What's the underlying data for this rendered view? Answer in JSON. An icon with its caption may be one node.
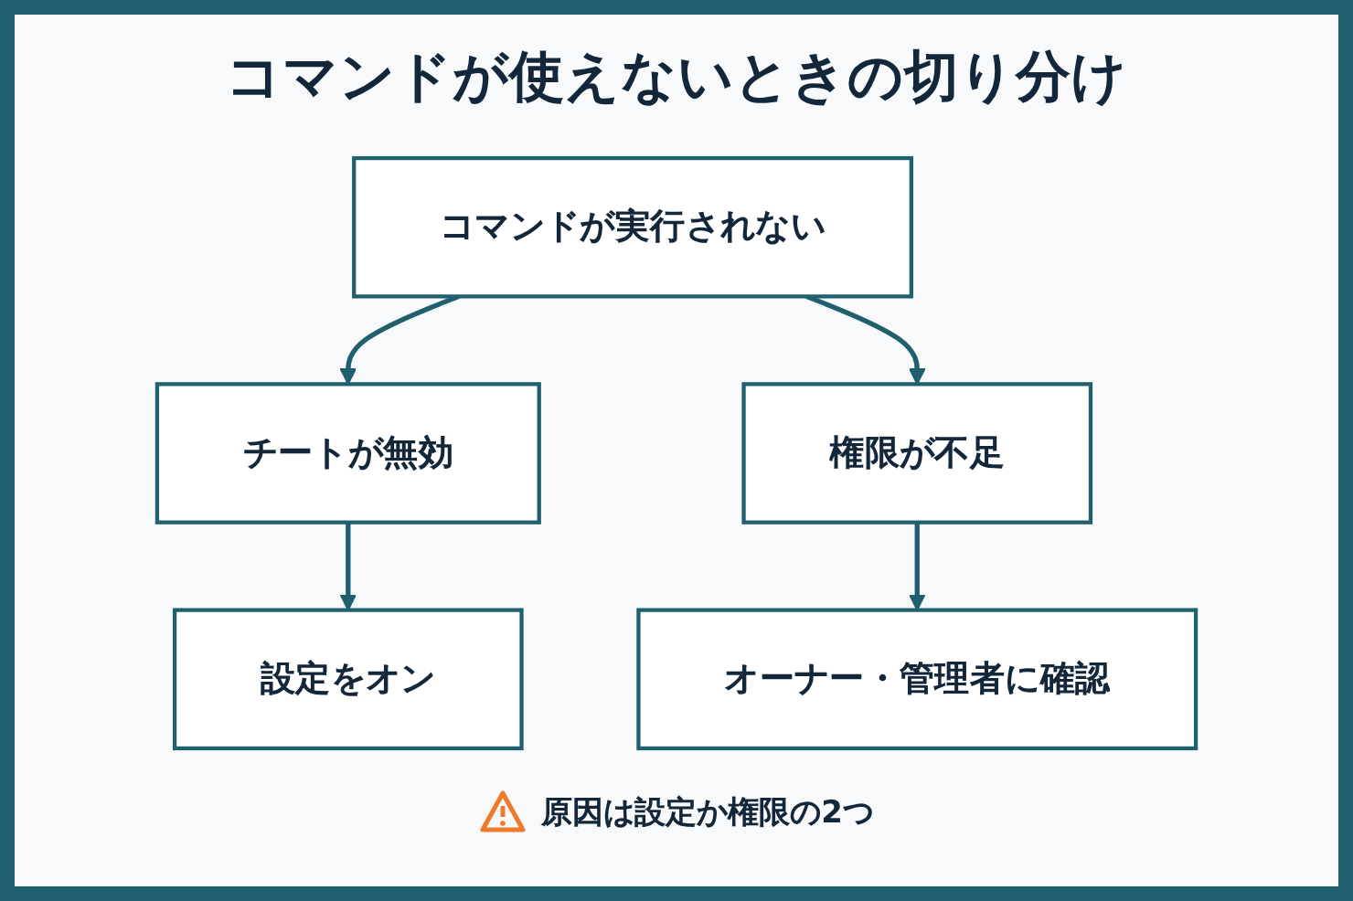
{
  "diagram": {
    "title": "コマンドが使えないときの切り分け",
    "nodes": [
      {
        "text": [
          "コマンドが実行されない"
        ]
      },
      {
        "text": [
          "チートが無効"
        ]
      },
      {
        "text": [
          "権限が不足"
        ]
      },
      {
        "text": [
          "設定をオン"
        ]
      },
      {
        "text": [
          "オーナー・管理者に確認"
        ]
      }
    ],
    "edges": [
      {
        "from": 0,
        "to": 1,
        "arrow": "to"
      },
      {
        "from": 0,
        "to": 2,
        "arrow": "to"
      },
      {
        "from": 1,
        "to": 3,
        "arrow": "to"
      },
      {
        "from": 2,
        "to": 4,
        "arrow": "to"
      }
    ],
    "labels": [
      "原因は設定か権限の2つ"
    ]
  }
}
